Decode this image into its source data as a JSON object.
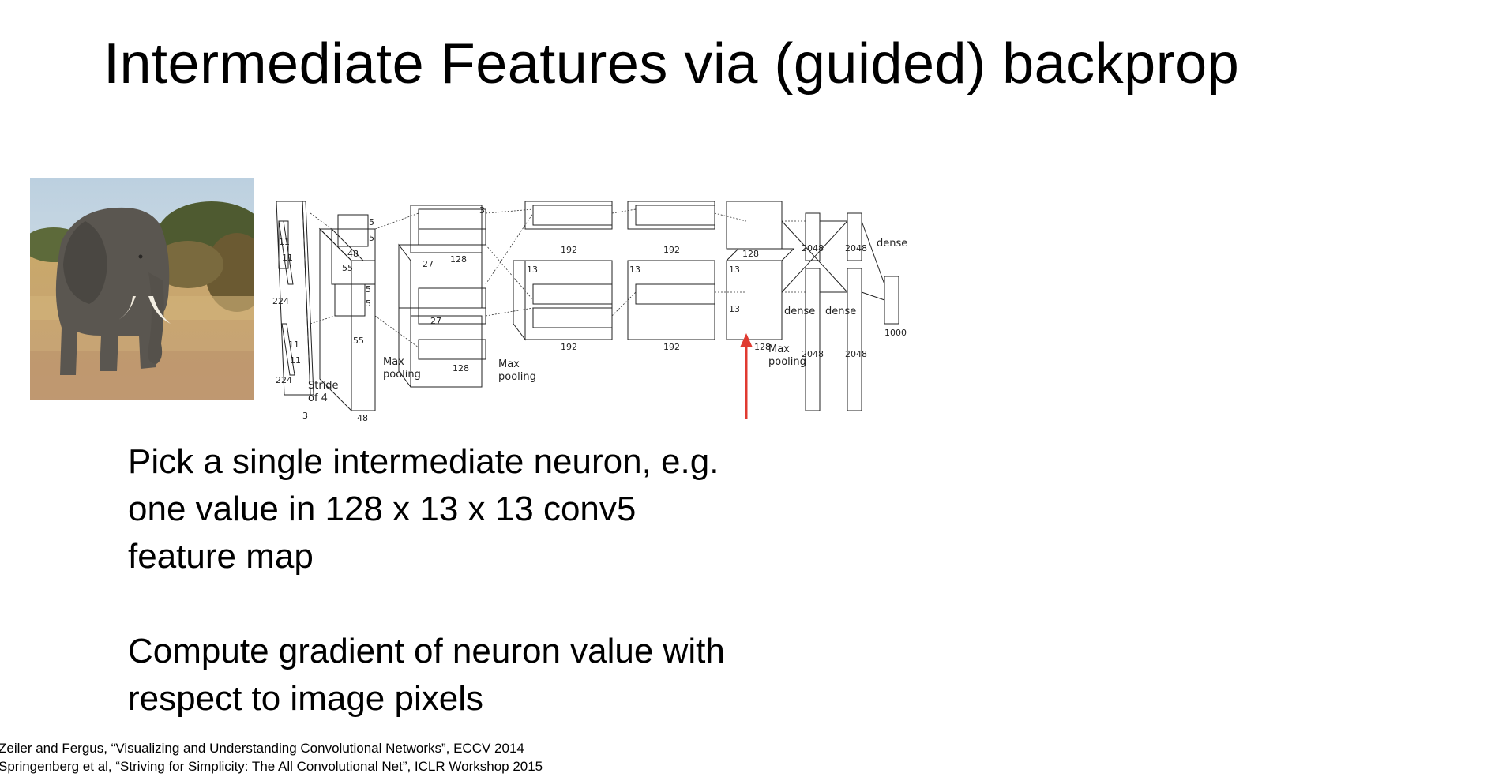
{
  "slide": {
    "title": "Intermediate Features via (guided) backprop",
    "bullets": [
      "Pick a single intermediate neuron, e.g.\none value in 128 x 13 x 13 conv5\nfeature map",
      "Compute gradient of neuron value with\nrespect to image pixels"
    ],
    "references": [
      "Zeiler and Fergus, “Visualizing and Understanding Convolutional Networks”, ECCV 2014",
      "Springenberg et al, “Striving for Simplicity: The All Convolutional Net”, ICLR Workshop 2015"
    ]
  },
  "image": {
    "subject": "elephant"
  },
  "diagram": {
    "labels": {
      "in_k1": "11",
      "in_k2": "11",
      "in_k3": "11",
      "in_k4": "11",
      "in_h": "224",
      "in_w": "224",
      "in_c": "3",
      "stride": "Stride",
      "stride2": "of 4",
      "c1_k1": "5",
      "c1_k2": "5",
      "c1_k3": "5",
      "c1_k4": "5",
      "c1_s1": "55",
      "c1_s2": "55",
      "c1_d1": "48",
      "c1_d2": "48",
      "pool": "Max",
      "pool2": "pooling",
      "c2_s1": "27",
      "c2_s2": "27",
      "c2_d1": "128",
      "c2_d2": "128",
      "c2_k": "3",
      "c3_s": "13",
      "c3_d": "192",
      "c5_d": "128",
      "fc1": "2048",
      "fc2": "2048",
      "dense": "dense",
      "out": "1000",
      "arrow_color": "#e03a30"
    }
  }
}
